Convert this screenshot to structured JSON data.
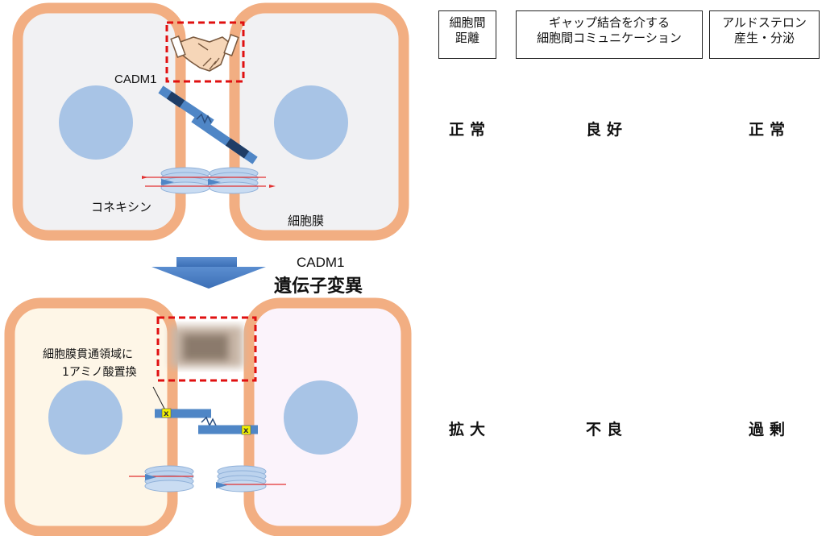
{
  "labels": {
    "cadm1_top": "CADM1",
    "connexin": "コネキシン",
    "membrane": "細胞膜",
    "mutation_line1": "CADM1",
    "mutation_line2": "遺伝子変異",
    "substitution_line1": "細胞膜貫通領域に",
    "substitution_line2": "1アミノ酸置換"
  },
  "table": {
    "headers": [
      {
        "line1": "細胞間",
        "line2": "距離"
      },
      {
        "line1": "ギャップ結合を介する",
        "line2": "細胞間コミュニケーション"
      },
      {
        "line1": "アルドステロン",
        "line2": "産生・分泌"
      }
    ],
    "rows": [
      {
        "values": [
          "正常",
          "良好",
          "正常"
        ]
      },
      {
        "values": [
          "拡大",
          "不良",
          "過剰"
        ]
      }
    ]
  },
  "colors": {
    "cell_border": "#f2ae82",
    "cell_fill_normal": "#f1f1f3",
    "cell_fill_mutant_left": "#fef6e7",
    "cell_fill_mutant_right": "#fbf3fb",
    "nucleus": "#a8c4e6",
    "protein": "#4f86c6",
    "protein_dark": "#1f3d66",
    "arrow": "#4a7dc0",
    "highlight_box": "#e01010",
    "mutation_mark": "#f0f000"
  },
  "icons": {
    "handshake": "handshake-icon",
    "handshake_blurred": "handshake-blurred-icon",
    "down_arrow": "down-arrow-icon"
  }
}
